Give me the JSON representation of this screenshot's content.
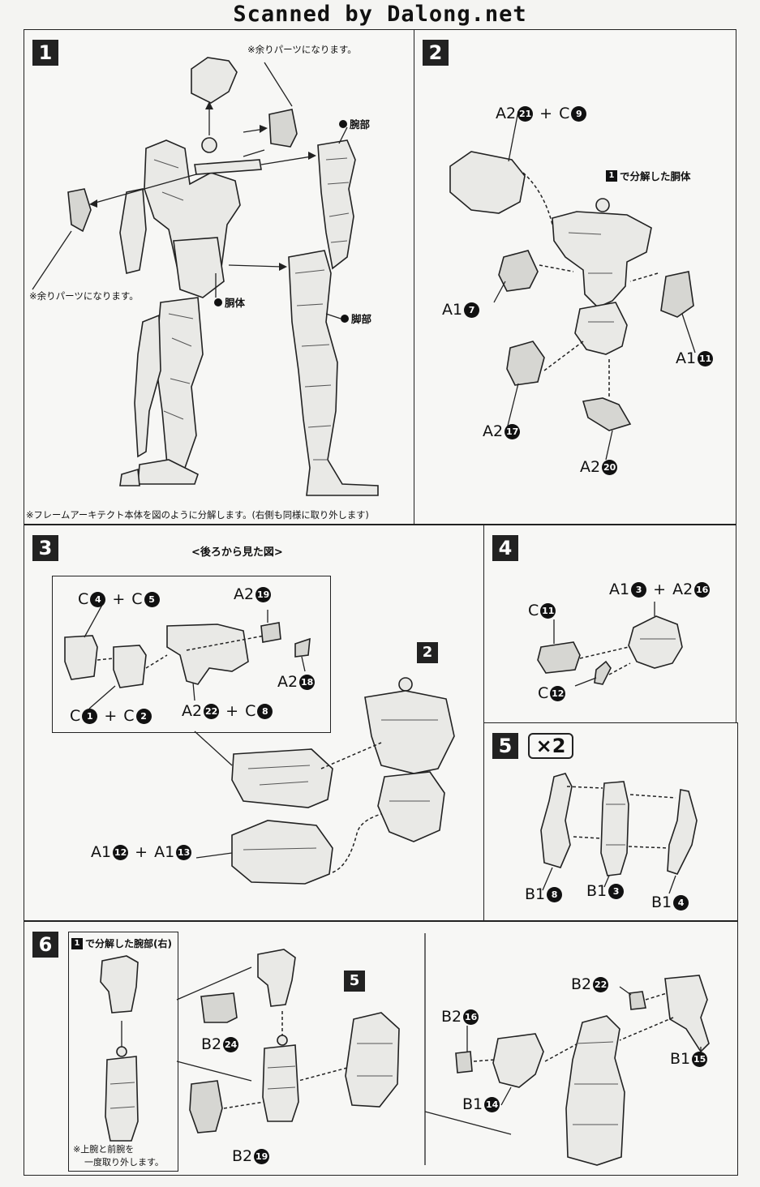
{
  "header": {
    "watermark": "Scanned by Dalong.net"
  },
  "steps": {
    "s1": {
      "number": "1",
      "note_top": "※余りパーツになります。",
      "note_left": "※余りパーツになります。",
      "label_arm": "腕部",
      "label_torso": "胴体",
      "label_leg": "脚部",
      "footnote": "※フレームアーキテクト本体を図のように分解します。(右側も同様に取り外します)"
    },
    "s2": {
      "number": "2",
      "ref_text": "で分解した胴体",
      "ref_num": "1",
      "parts": [
        {
          "runner": "A2",
          "num": "21",
          "plus_runner": "C",
          "plus_num": "9"
        },
        {
          "runner": "A1",
          "num": "7"
        },
        {
          "runner": "A1",
          "num": "11"
        },
        {
          "runner": "A2",
          "num": "17"
        },
        {
          "runner": "A2",
          "num": "20"
        }
      ]
    },
    "s3": {
      "number": "3",
      "inset_title": "<後ろから見た図>",
      "ref_num": "2",
      "parts": [
        {
          "runner": "C",
          "num": "4",
          "plus_runner": "C",
          "plus_num": "5"
        },
        {
          "runner": "A2",
          "num": "19"
        },
        {
          "runner": "A2",
          "num": "18"
        },
        {
          "runner": "C",
          "num": "1",
          "plus_runner": "C",
          "plus_num": "2"
        },
        {
          "runner": "A2",
          "num": "22",
          "plus_runner": "C",
          "plus_num": "8"
        },
        {
          "runner": "A1",
          "num": "12",
          "plus_runner": "A1",
          "plus_num": "13"
        }
      ]
    },
    "s4": {
      "number": "4",
      "parts": [
        {
          "runner": "A1",
          "num": "3",
          "plus_runner": "A2",
          "plus_num": "16"
        },
        {
          "runner": "C",
          "num": "11"
        },
        {
          "runner": "C",
          "num": "12"
        }
      ]
    },
    "s5": {
      "number": "5",
      "multiplier": "×2",
      "parts": [
        {
          "runner": "B1",
          "num": "8"
        },
        {
          "runner": "B1",
          "num": "3"
        },
        {
          "runner": "B1",
          "num": "4"
        }
      ]
    },
    "s6": {
      "number": "6",
      "ref_text": "で分解した腕部(右)",
      "ref_num": "1",
      "inset_note_line1": "※上腕と前腕を",
      "inset_note_line2": "一度取り外します。",
      "ref_step": "5",
      "parts": [
        {
          "runner": "B2",
          "num": "24"
        },
        {
          "runner": "B2",
          "num": "19"
        },
        {
          "runner": "B2",
          "num": "16"
        },
        {
          "runner": "B1",
          "num": "14"
        },
        {
          "runner": "B2",
          "num": "22"
        },
        {
          "runner": "B1",
          "num": "15"
        }
      ]
    }
  }
}
